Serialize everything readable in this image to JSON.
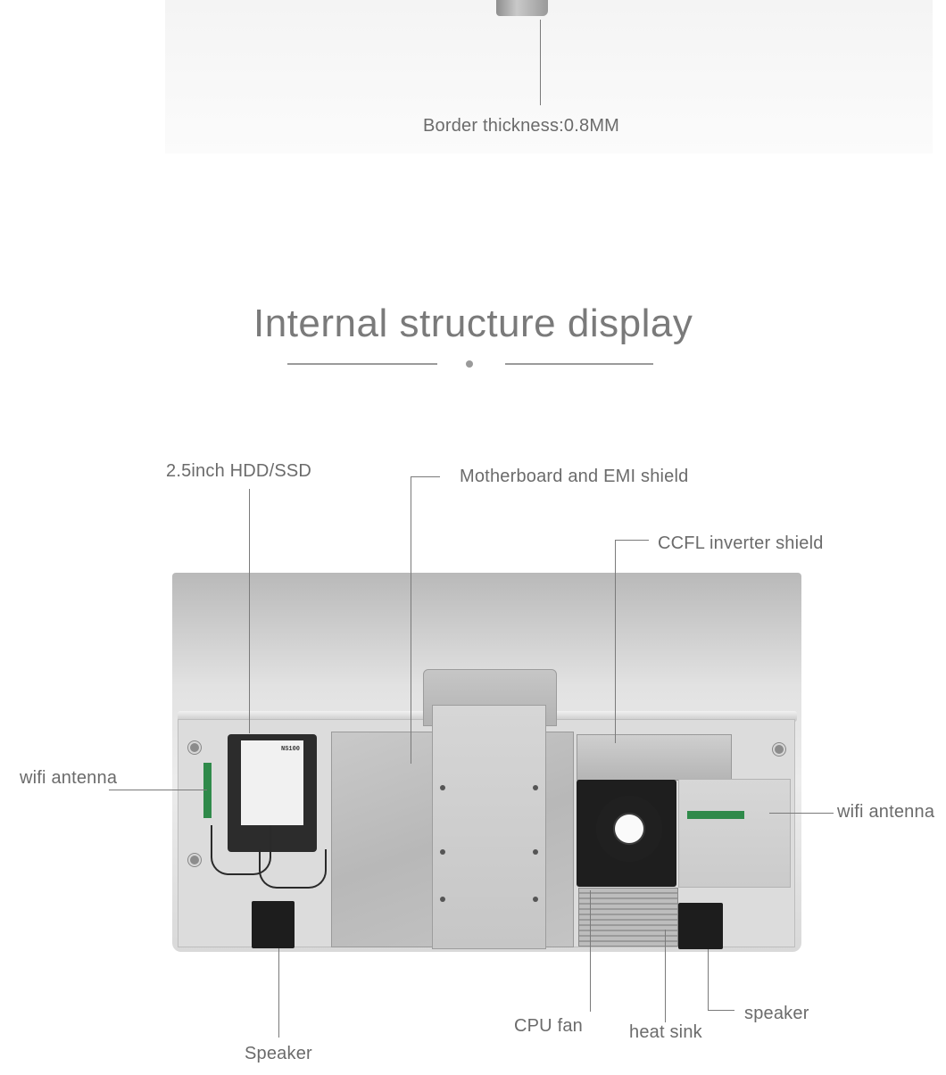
{
  "top": {
    "caption": "Border thickness:0.8MM"
  },
  "section": {
    "title": "Internal structure display"
  },
  "callouts": {
    "hdd": "2.5inch HDD/SSD",
    "motherboard": "Motherboard and EMI shield",
    "ccfl": "CCFL inverter shield",
    "wifi_left": "wifi antenna",
    "wifi_right": "wifi antenna",
    "cpu_fan": "CPU fan",
    "heat_sink": "heat sink",
    "speaker_right": "speaker",
    "speaker_left": "Speaker"
  },
  "hdd_label": {
    "model": "NS100"
  },
  "colors": {
    "text": "#6b6b6b",
    "line": "#7a7a7a",
    "antenna": "#2f8a4a"
  }
}
